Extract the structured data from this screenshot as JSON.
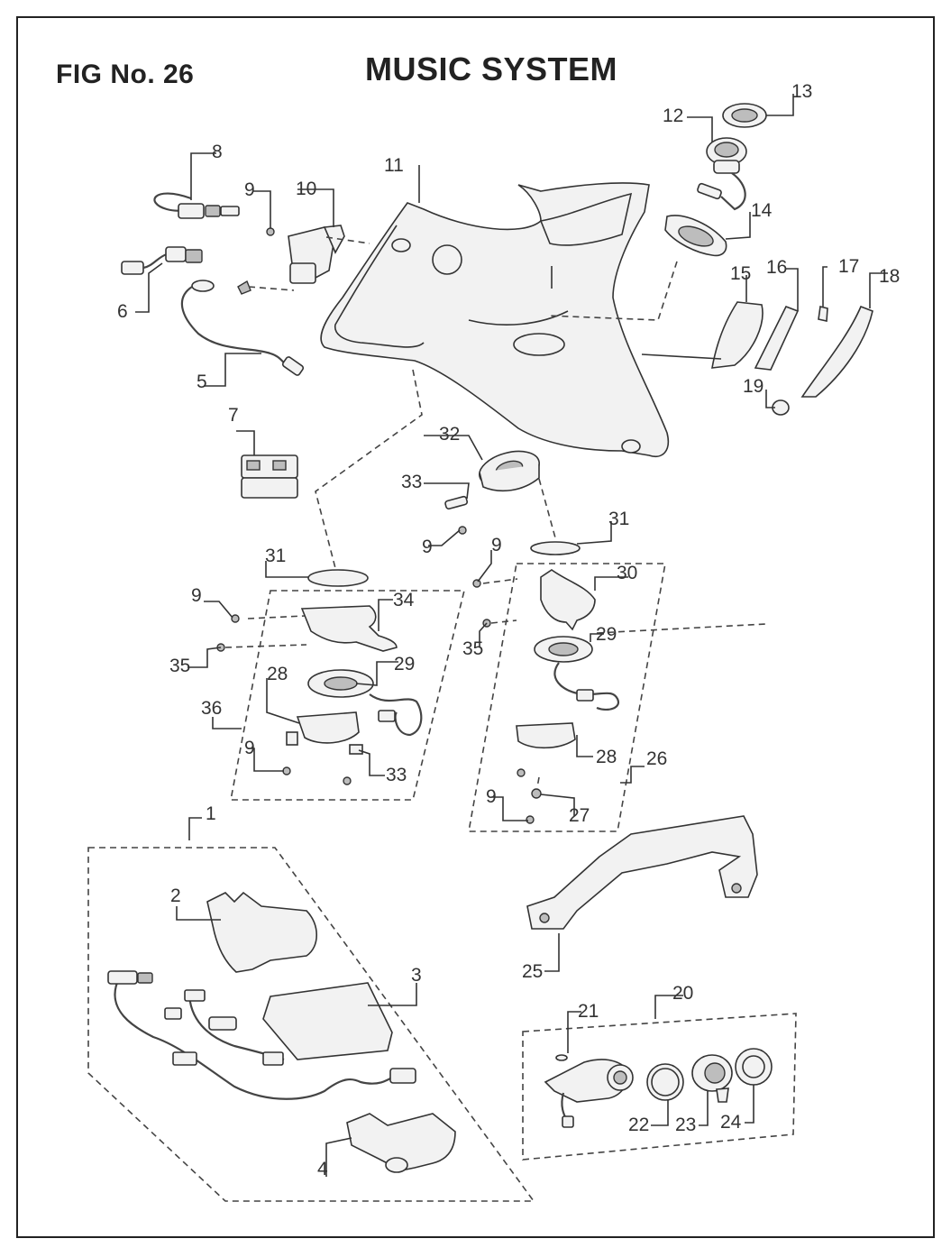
{
  "header": {
    "fig_number": "FIG No. 26",
    "title": "MUSIC SYSTEM"
  },
  "callouts": {
    "c1": "1",
    "c2": "2",
    "c3": "3",
    "c4": "4",
    "c5": "5",
    "c6": "6",
    "c7": "7",
    "c8": "8",
    "c9a": "9",
    "c9b": "9",
    "c9c": "9",
    "c9d": "9",
    "c9e": "9",
    "c9f": "9",
    "c10": "10",
    "c11": "11",
    "c12": "12",
    "c13": "13",
    "c14": "14",
    "c15": "15",
    "c16": "16",
    "c17": "17",
    "c18": "18",
    "c19": "19",
    "c20": "20",
    "c21": "21",
    "c22": "22",
    "c23": "23",
    "c24": "24",
    "c25": "25",
    "c26": "26",
    "c27": "27",
    "c28a": "28",
    "c28b": "28",
    "c29a": "29",
    "c29b": "29",
    "c30": "30",
    "c31a": "31",
    "c31b": "31",
    "c32": "32",
    "c33a": "33",
    "c33b": "33",
    "c34": "34",
    "c35a": "35",
    "c35b": "35",
    "c36": "36"
  }
}
